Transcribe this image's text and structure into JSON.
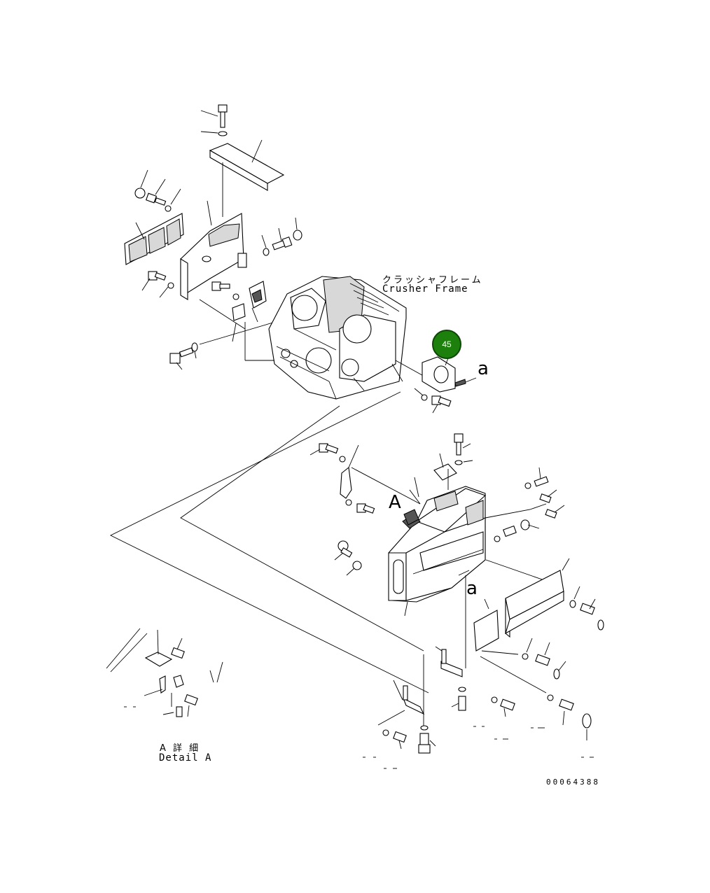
{
  "drawing": {
    "frame_label_jp": "クラッシャフレーム",
    "frame_label_en": "Crusher Frame",
    "view_marker": "A",
    "arrow_marker_upper": "a",
    "arrow_marker_lower": "a",
    "detail_label_jp": "A 詳 細",
    "detail_label_en": "Detail A",
    "drawing_number": "00064388"
  },
  "callouts": [
    {
      "number": "45",
      "color": "#1d7f0c"
    }
  ]
}
